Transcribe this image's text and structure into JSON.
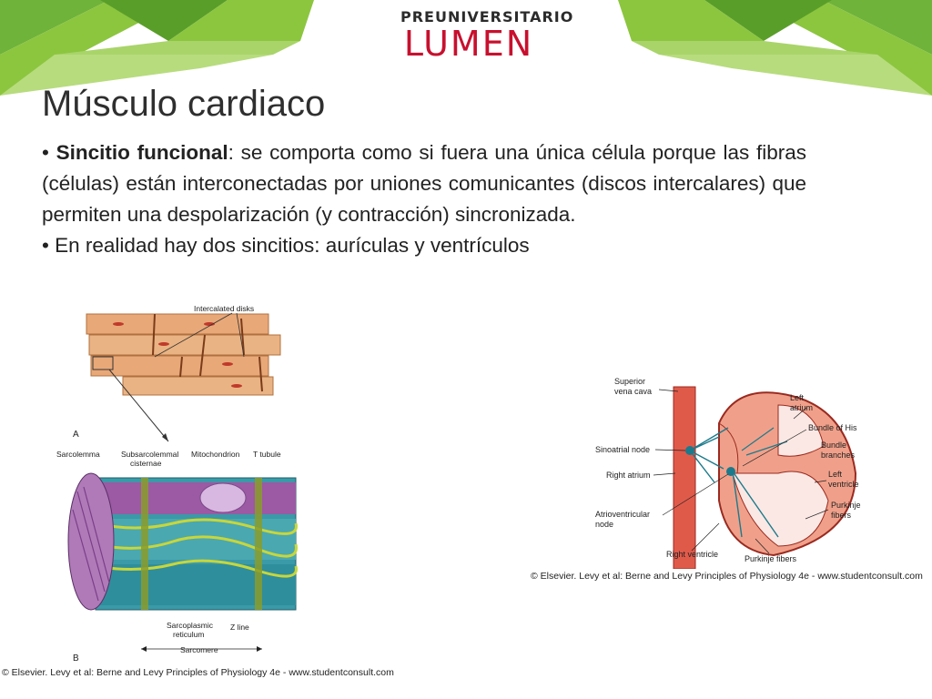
{
  "logo": {
    "top": "PREUNIVERSITARIO",
    "main": "LUMEN"
  },
  "title": "Músculo cardiaco",
  "bullet1": {
    "bold": "Sincitio funcional",
    "rest": ": se comporta como si fuera una única célula porque las fibras (células) están interconectadas por uniones comunicantes (discos intercalares) que permiten una despolarización (y contracción) sincronizada."
  },
  "bullet2": "En realidad hay dos sincitios: aurículas y ventrículos",
  "figure_left": {
    "intercalated": "Intercalated disks",
    "panel_a": "A",
    "panel_b": "B",
    "sarcolemma": "Sarcolemma",
    "subsarco1": "Subsarcolemmal",
    "subsarco2": "cisternae",
    "mitochondrion": "Mitochondrion",
    "ttubule": "T tubule",
    "sr1": "Sarcoplasmic",
    "sr2": "reticulum",
    "zline": "Z line",
    "sarcomere": "Sarcomere"
  },
  "figure_right": {
    "svc1": "Superior",
    "svc2": "vena cava",
    "la1": "Left",
    "la2": "atrium",
    "his": "Bundle of His",
    "bb1": "Bundle",
    "bb2": "branches",
    "sa": "Sinoatrial node",
    "ra": "Right atrium",
    "lv1": "Left",
    "lv2": "ventricle",
    "av1": "Atrioventricular",
    "av2": "node",
    "pf1": "Purkinje",
    "pf2": "fibers",
    "rv": "Right ventricle",
    "pfb": "Purkinje fibers"
  },
  "credit_left": "© Elsevier. Levy et al: Berne and Levy Principles of Physiology 4e - www.studentconsult.com",
  "credit_right": "© Elsevier. Levy et al: Berne and Levy Principles of Physiology 4e - www.studentconsult.com",
  "colors": {
    "brand_red": "#c8102e",
    "green_light": "#8cc63f",
    "green_dark": "#5a9e2a"
  }
}
